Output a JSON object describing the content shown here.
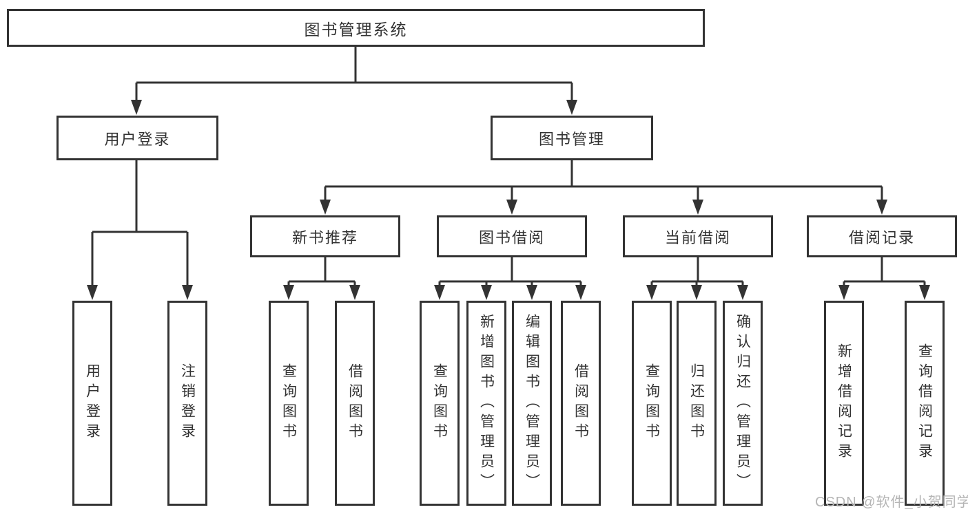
{
  "colors": {
    "line": "#333333",
    "text": "#333333",
    "background": "#ffffff",
    "watermark": "#b5b5b5"
  },
  "watermark": {
    "text": "CSDN @软件_小贺同学"
  },
  "diagram": {
    "root": {
      "label": "图书管理系统"
    },
    "level2": {
      "user_login": {
        "label": "用户登录"
      },
      "book_mgmt": {
        "label": "图书管理"
      }
    },
    "level3": {
      "new_book_rec": {
        "label": "新书推荐"
      },
      "book_borrow": {
        "label": "图书借阅"
      },
      "current_borrow": {
        "label": "当前借阅"
      },
      "borrow_records": {
        "label": "借阅记录"
      }
    },
    "leaves": {
      "user_login": [
        "用户登录",
        "注销登录"
      ],
      "new_book_rec": [
        "查询图书",
        "借阅图书"
      ],
      "book_borrow": [
        "查询图书",
        "新增图书（管理员）",
        "编辑图书（管理员）",
        "借阅图书"
      ],
      "current_borrow": [
        "查询图书",
        "归还图书",
        "确认归还（管理员）"
      ],
      "borrow_records": [
        "新增借阅记录",
        "查询借阅记录"
      ]
    }
  }
}
